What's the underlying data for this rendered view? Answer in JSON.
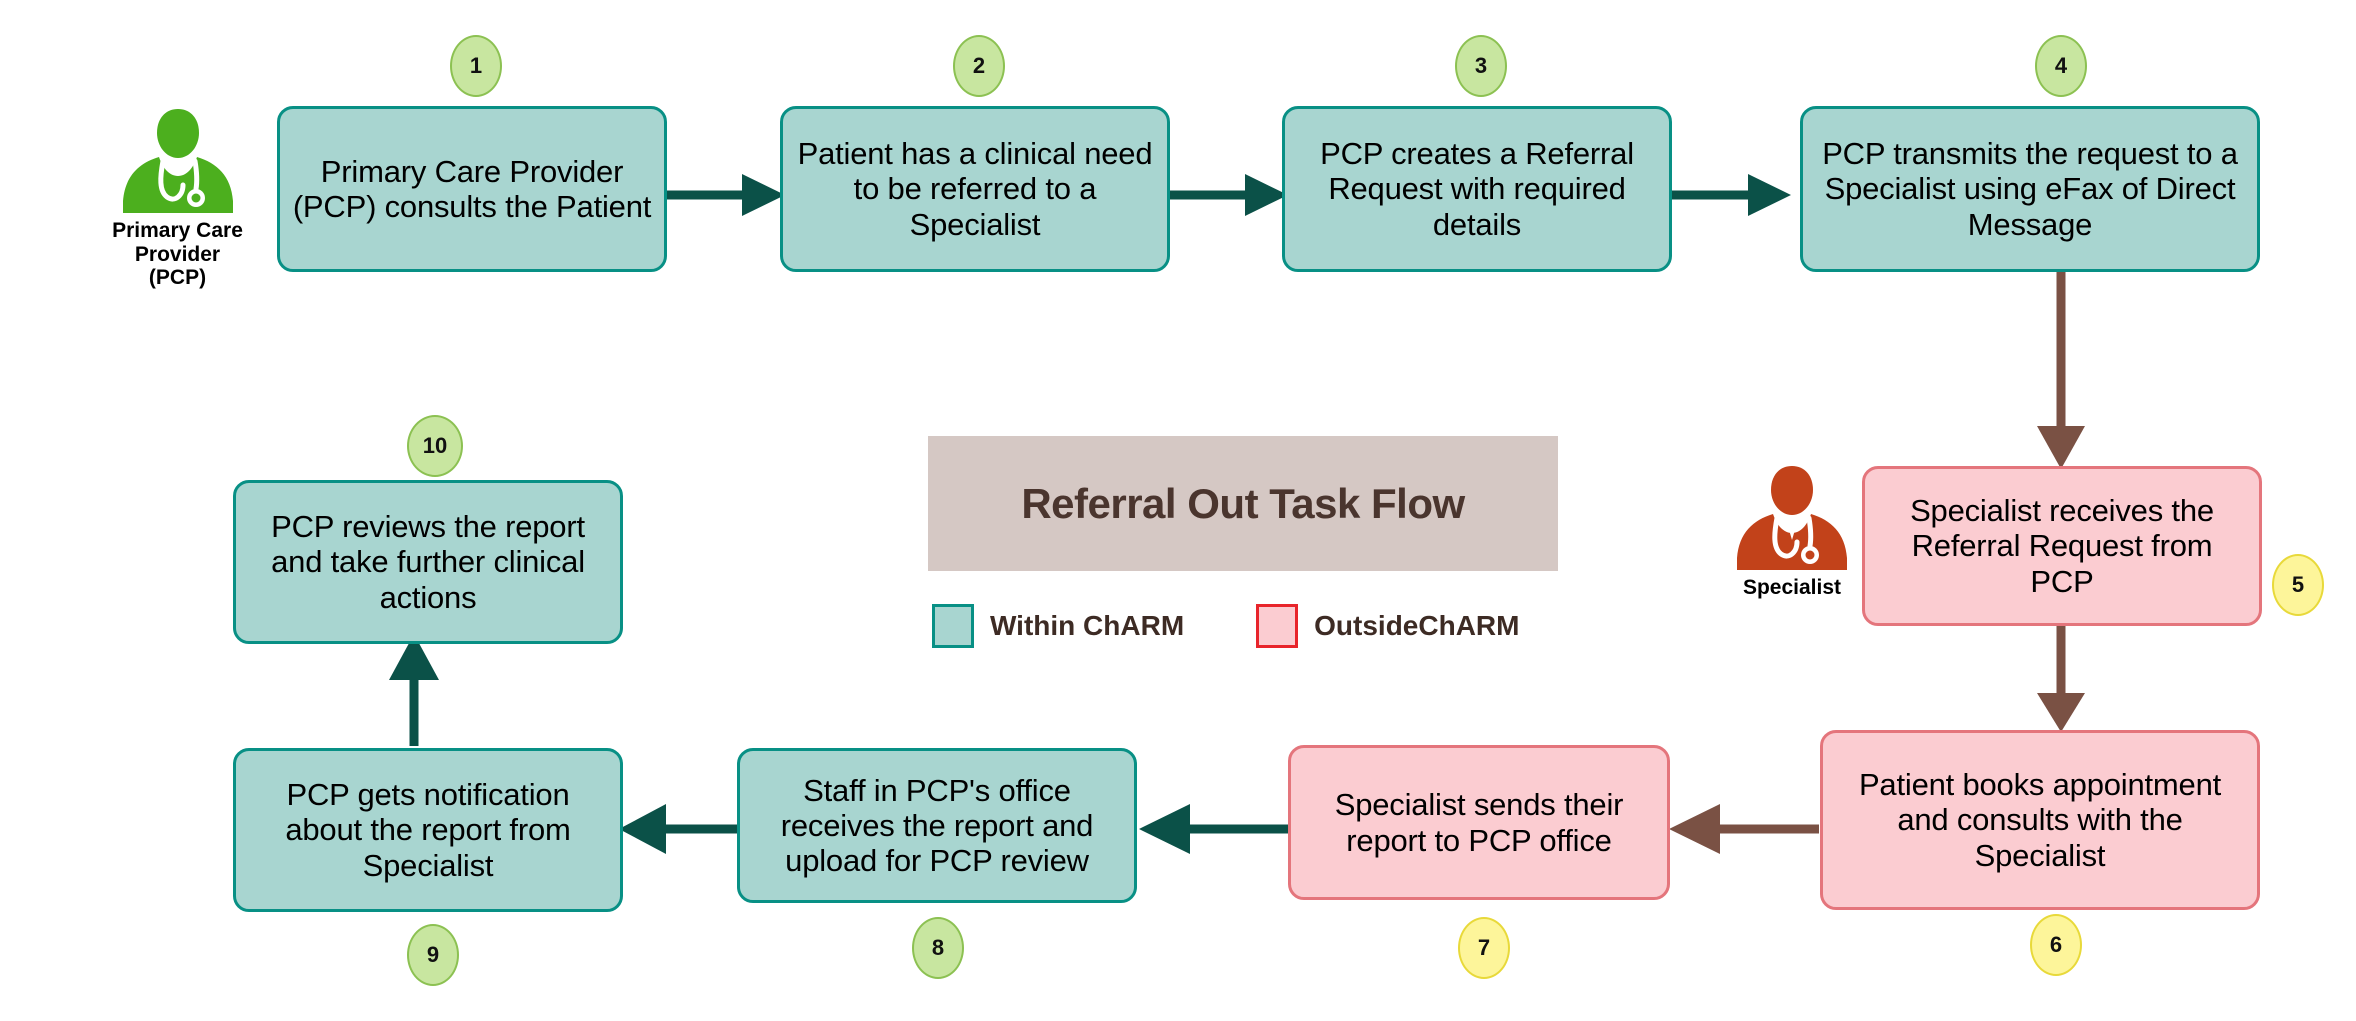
{
  "title": {
    "text": "Referral Out Task Flow"
  },
  "legend": {
    "items": [
      {
        "label": "Within ChARM",
        "swatch": "teal",
        "swatch_fill": "#a8d5d0",
        "swatch_border": "#089085"
      },
      {
        "label": "OutsideChARM",
        "swatch": "pink",
        "swatch_fill": "#fbccd1",
        "swatch_border": "#e8242b"
      }
    ]
  },
  "personas": [
    {
      "name": "primary-care-provider",
      "caption": "Primary Care Provider\n(PCP)",
      "color": "#4caf1e",
      "icon": "doctor-icon"
    },
    {
      "name": "specialist",
      "caption": "Specialist",
      "color": "#c2421a",
      "icon": "doctor-icon"
    }
  ],
  "nodes": [
    {
      "id": 1,
      "number": "1",
      "text": "Primary Care Provider (PCP) consults the Patient",
      "style": "teal",
      "badge": "green"
    },
    {
      "id": 2,
      "number": "2",
      "text": "Patient has a clinical need to be referred to a Specialist",
      "style": "teal",
      "badge": "green"
    },
    {
      "id": 3,
      "number": "3",
      "text": "PCP creates a Referral Request with required details",
      "style": "teal",
      "badge": "green"
    },
    {
      "id": 4,
      "number": "4",
      "text": "PCP transmits the request to a Specialist using eFax of Direct Message",
      "style": "teal",
      "badge": "green"
    },
    {
      "id": 5,
      "number": "5",
      "text": "Specialist receives the Referral Request from PCP",
      "style": "pink",
      "badge": "yellow"
    },
    {
      "id": 6,
      "number": "6",
      "text": "Patient books appointment and consults with the Specialist",
      "style": "pink",
      "badge": "yellow"
    },
    {
      "id": 7,
      "number": "7",
      "text": "Specialist sends their report to PCP office",
      "style": "pink",
      "badge": "yellow"
    },
    {
      "id": 8,
      "number": "8",
      "text": "Staff in PCP's office receives the report and upload for PCP review",
      "style": "teal",
      "badge": "green"
    },
    {
      "id": 9,
      "number": "9",
      "text": "PCP gets notification about the report from Specialist",
      "style": "teal",
      "badge": "green"
    },
    {
      "id": 10,
      "number": "10",
      "text": "PCP reviews the report and take further clinical actions",
      "style": "teal",
      "badge": "green"
    }
  ],
  "colors": {
    "teal_fill": "#a8d5d0",
    "teal_border": "#089085",
    "pink_fill": "#fbccd1",
    "pink_border": "#e4757c",
    "green_badge_fill": "#c8e6a0",
    "green_badge_border": "#8cc152",
    "yellow_badge_fill": "#fdf59a",
    "yellow_badge_border": "#e8d93a",
    "arrow_teal": "#0b5148",
    "arrow_brown": "#7a5144",
    "title_plate": "#d5c8c4",
    "title_text": "#4a352e"
  },
  "connectors": [
    {
      "from": 1,
      "to": 2,
      "color": "#0b5148",
      "direction": "right"
    },
    {
      "from": 2,
      "to": 3,
      "color": "#0b5148",
      "direction": "right"
    },
    {
      "from": 3,
      "to": 4,
      "color": "#0b5148",
      "direction": "right"
    },
    {
      "from": 4,
      "to": 5,
      "color": "#7a5144",
      "direction": "down"
    },
    {
      "from": 5,
      "to": 6,
      "color": "#7a5144",
      "direction": "down"
    },
    {
      "from": 6,
      "to": 7,
      "color": "#7a5144",
      "direction": "left"
    },
    {
      "from": 7,
      "to": 8,
      "color": "#0b5148",
      "direction": "left"
    },
    {
      "from": 8,
      "to": 9,
      "color": "#0b5148",
      "direction": "left"
    },
    {
      "from": 9,
      "to": 10,
      "color": "#0b5148",
      "direction": "up"
    }
  ]
}
